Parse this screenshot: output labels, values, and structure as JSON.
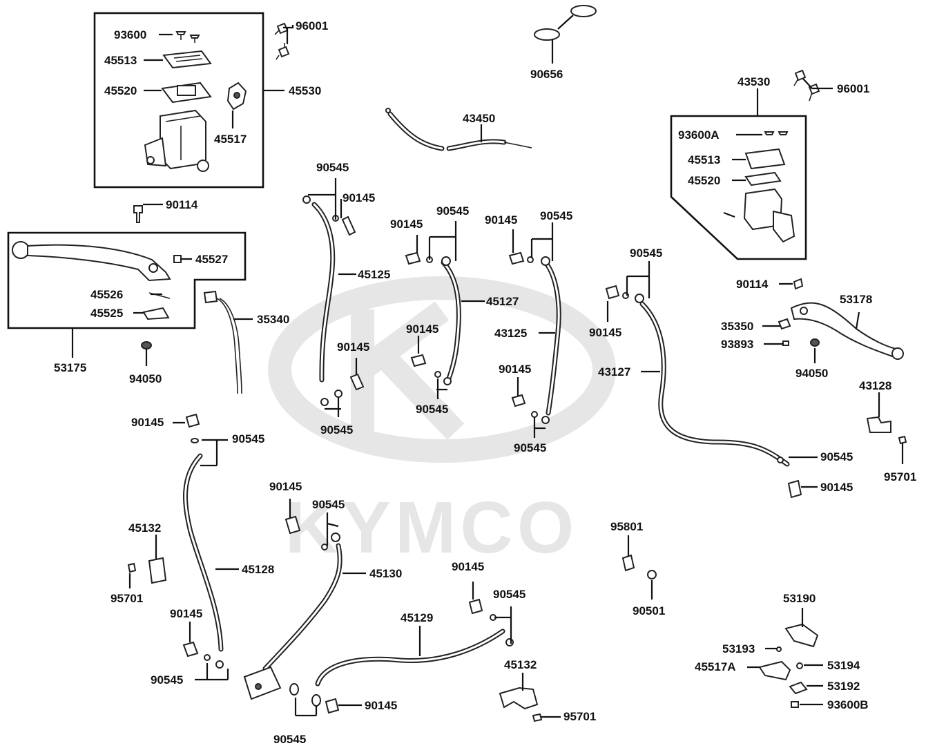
{
  "watermark": {
    "brand_word": "KYMCO"
  },
  "labels": [
    {
      "id": "l93600",
      "text": "93600"
    },
    {
      "id": "l96001a",
      "text": "96001"
    },
    {
      "id": "l45513a",
      "text": "45513"
    },
    {
      "id": "l45520a",
      "text": "45520"
    },
    {
      "id": "l45530",
      "text": "45530"
    },
    {
      "id": "l45517",
      "text": "45517"
    },
    {
      "id": "l90656",
      "text": "90656"
    },
    {
      "id": "l43450",
      "text": "43450"
    },
    {
      "id": "l43530",
      "text": "43530"
    },
    {
      "id": "l96001b",
      "text": "96001"
    },
    {
      "id": "l93600A",
      "text": "93600A"
    },
    {
      "id": "l45513b",
      "text": "45513"
    },
    {
      "id": "l45520b",
      "text": "45520"
    },
    {
      "id": "l90114a",
      "text": "90114"
    },
    {
      "id": "l45527",
      "text": "45527"
    },
    {
      "id": "l45526",
      "text": "45526"
    },
    {
      "id": "l45525",
      "text": "45525"
    },
    {
      "id": "l53175",
      "text": "53175"
    },
    {
      "id": "l94050a",
      "text": "94050"
    },
    {
      "id": "l35340",
      "text": "35340"
    },
    {
      "id": "l90545a",
      "text": "90545"
    },
    {
      "id": "l90145a",
      "text": "90145"
    },
    {
      "id": "l45125",
      "text": "45125"
    },
    {
      "id": "l90145b",
      "text": "90145"
    },
    {
      "id": "l90545b",
      "text": "90545"
    },
    {
      "id": "l90145c",
      "text": "90145"
    },
    {
      "id": "l90545c",
      "text": "90545"
    },
    {
      "id": "l45127",
      "text": "45127"
    },
    {
      "id": "l90145d",
      "text": "90145"
    },
    {
      "id": "l90545d",
      "text": "90545"
    },
    {
      "id": "l90145e",
      "text": "90145"
    },
    {
      "id": "l90545e",
      "text": "90545"
    },
    {
      "id": "l43125",
      "text": "43125"
    },
    {
      "id": "l90145f",
      "text": "90145"
    },
    {
      "id": "l90545f",
      "text": "90545"
    },
    {
      "id": "l90545g",
      "text": "90545"
    },
    {
      "id": "l90145g",
      "text": "90145"
    },
    {
      "id": "l43127",
      "text": "43127"
    },
    {
      "id": "l90545h",
      "text": "90545"
    },
    {
      "id": "l90145h",
      "text": "90145"
    },
    {
      "id": "l90114b",
      "text": "90114"
    },
    {
      "id": "l53178",
      "text": "53178"
    },
    {
      "id": "l35350",
      "text": "35350"
    },
    {
      "id": "l93893",
      "text": "93893"
    },
    {
      "id": "l94050b",
      "text": "94050"
    },
    {
      "id": "l43128",
      "text": "43128"
    },
    {
      "id": "l95701a",
      "text": "95701"
    },
    {
      "id": "l90145i",
      "text": "90145"
    },
    {
      "id": "l90545i",
      "text": "90545"
    },
    {
      "id": "l45132a",
      "text": "45132"
    },
    {
      "id": "l45128",
      "text": "45128"
    },
    {
      "id": "l95701b",
      "text": "95701"
    },
    {
      "id": "l90145j",
      "text": "90145"
    },
    {
      "id": "l90545j",
      "text": "90545"
    },
    {
      "id": "l90145k",
      "text": "90145"
    },
    {
      "id": "l90545k",
      "text": "90545"
    },
    {
      "id": "l45130",
      "text": "45130"
    },
    {
      "id": "l90145l",
      "text": "90145"
    },
    {
      "id": "l90545l",
      "text": "90545"
    },
    {
      "id": "l45129",
      "text": "45129"
    },
    {
      "id": "l45132b",
      "text": "45132"
    },
    {
      "id": "l95701c",
      "text": "95701"
    },
    {
      "id": "l90145m",
      "text": "90145"
    },
    {
      "id": "l90545m",
      "text": "90545"
    },
    {
      "id": "l95801",
      "text": "95801"
    },
    {
      "id": "l90501",
      "text": "90501"
    },
    {
      "id": "l53190",
      "text": "53190"
    },
    {
      "id": "l53193",
      "text": "53193"
    },
    {
      "id": "l45517A",
      "text": "45517A"
    },
    {
      "id": "l53194",
      "text": "53194"
    },
    {
      "id": "l53192",
      "text": "53192"
    },
    {
      "id": "l93600B",
      "text": "93600B"
    }
  ]
}
